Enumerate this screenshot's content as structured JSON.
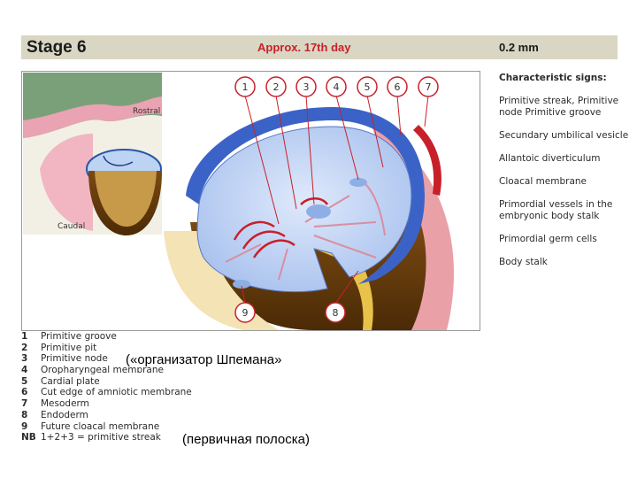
{
  "header": {
    "stage": "Stage 6",
    "approx": "Approx. 17th day",
    "size": "0.2 mm"
  },
  "inset": {
    "rostral": "Rostral",
    "caudal": "Caudal"
  },
  "callouts": [
    "1",
    "2",
    "3",
    "4",
    "5",
    "6",
    "7",
    "8",
    "9"
  ],
  "signs": {
    "title": "Characteristic signs:",
    "items": [
      "Primitive streak, Primitive node Primitive groove",
      "Secundary umbilical vesicle",
      "Allantoic diverticulum",
      "Cloacal membrane",
      "Primordial vessels in the embryonic body stalk",
      "Primordial germ cells",
      "Body stalk"
    ]
  },
  "legend": [
    {
      "num": "1",
      "text": "Primitive groove"
    },
    {
      "num": "2",
      "text": "Primitive pit"
    },
    {
      "num": "3",
      "text": "Primitive node"
    },
    {
      "num": "4",
      "text": "Oropharyngeal membrane"
    },
    {
      "num": "5",
      "text": "Cardial plate"
    },
    {
      "num": "6",
      "text": "Cut edge of amniotic membrane"
    },
    {
      "num": "7",
      "text": "Mesoderm"
    },
    {
      "num": "8",
      "text": "Endoderm"
    },
    {
      "num": "9",
      "text": "Future cloacal membrane"
    },
    {
      "num": "NB",
      "text": "1+2+3 = primitive streak"
    }
  ],
  "annotations": {
    "organizer": "(«организатор Шпемана»",
    "streak": "(первичная полоска)"
  }
}
